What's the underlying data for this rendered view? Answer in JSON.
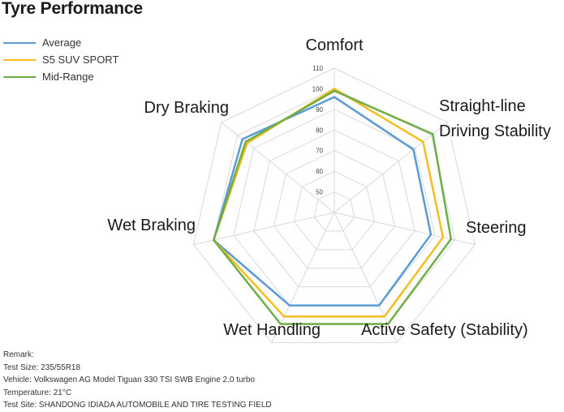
{
  "chart_data": {
    "type": "radar",
    "title": "Tyre Performance",
    "axes": [
      "Comfort",
      "Straight-line Driving Stability",
      "Steering",
      "Active Safety (Stability)",
      "Wet Handling",
      "Wet Braking",
      "Dry Braking"
    ],
    "rlim": [
      40,
      110
    ],
    "ticks": [
      50,
      60,
      70,
      80,
      90,
      100,
      110
    ],
    "series": [
      {
        "name": "Average",
        "color": "#5b9bd5",
        "values": [
          96,
          89,
          88,
          90,
          90,
          100,
          97
        ]
      },
      {
        "name": "S5 SUV SPORT",
        "color": "#f5bd1f",
        "values": [
          100,
          95,
          94,
          96,
          96,
          100,
          94
        ]
      },
      {
        "name": "Mid-Range",
        "color": "#70ad47",
        "values": [
          99,
          101,
          98,
          100,
          100,
          100,
          95
        ]
      }
    ],
    "grid": true,
    "legend": "top-left"
  },
  "remarks": {
    "heading": "Remark:",
    "lines": [
      "Test Size: 235/55R18",
      "Vehicle: Volkswagen AG Model Tiguan 330 TSI SWB Engine 2.0 turbo",
      "Temperature: 21°C",
      "Test Site: SHANDONG IDIADA AUTOMOBILE AND TIRE TESTING FIELD"
    ]
  }
}
